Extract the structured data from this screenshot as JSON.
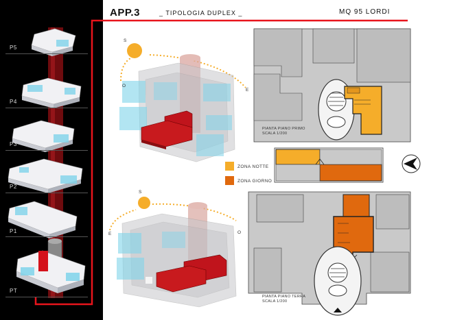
{
  "header": {
    "title": "APP.3",
    "subtitle": "_ TIPOLOGIA DUPLEX _",
    "area": "MQ 95 LORDI"
  },
  "floors": [
    "P5",
    "P4",
    "P3",
    "P2",
    "P1",
    "PT"
  ],
  "axon_top_dirs": {
    "south": "S",
    "west": "O",
    "east": "E"
  },
  "axon_bottom_dirs": {
    "south": "S",
    "west": "E",
    "east": "O"
  },
  "plan_upper": {
    "caption_line1": "PIANTA PIANO PRIMO",
    "caption_line2": "SCALA 1/200"
  },
  "plan_lower": {
    "caption_line1": "PIANTA PIANO TERRA",
    "caption_line2": "SCALA 1/200"
  },
  "legend": {
    "night": {
      "label": "ZONA NOTTE",
      "color": "#f5ad2a"
    },
    "day": {
      "label": "ZONA GIORNO",
      "color": "#e0690e"
    }
  },
  "accent_color": "#e8141c"
}
